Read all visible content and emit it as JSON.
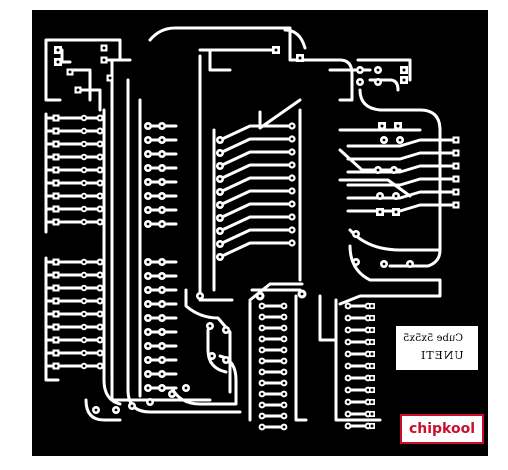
{
  "board": {
    "background": "#000000",
    "trace_color": "#ffffff",
    "label_line1": "Cube 5x5x5",
    "label_line2": "UNETI"
  },
  "watermark": {
    "text": "chipkool",
    "color": "#c8102e"
  }
}
